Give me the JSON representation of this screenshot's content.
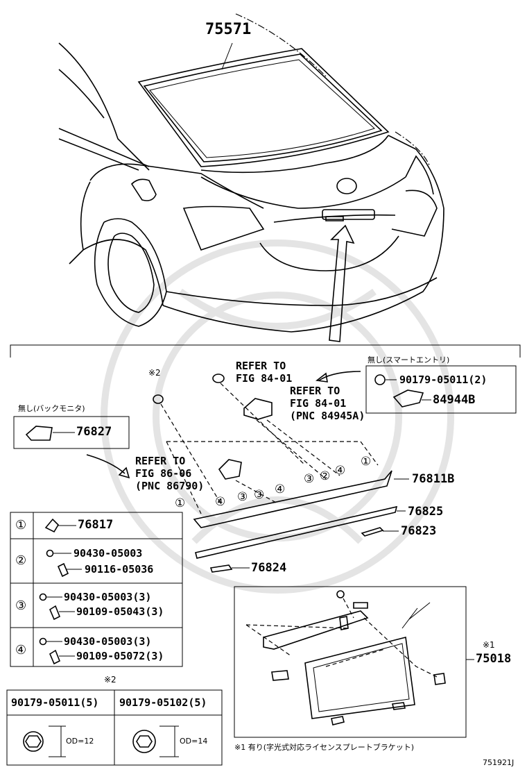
{
  "main_part": "75571",
  "refer": {
    "a": {
      "line1": "REFER TO",
      "line2": "FIG 84-01"
    },
    "b": {
      "line1": "REFER TO",
      "line2": "FIG 84-01",
      "line3": "(PNC 84945A)"
    },
    "c": {
      "line1": "REFER TO",
      "line2": "FIG 86-06",
      "line3": "(PNC 86790)"
    }
  },
  "smart_entry": {
    "label": "無し(スマートエントリ)",
    "parts": [
      "90179-05011(2)",
      "84944B"
    ]
  },
  "back_monitor": {
    "label": "無し(バックモニタ)",
    "part": "76827"
  },
  "note2_marker": "※2",
  "note1_marker": "※1",
  "parts": {
    "p76811b": "76811B",
    "p76825": "76825",
    "p76823": "76823",
    "p76824": "76824",
    "p75018": "75018"
  },
  "circled": [
    "①",
    "②",
    "③",
    "④"
  ],
  "kit_table": [
    {
      "num": "①",
      "parts": [
        "76817"
      ]
    },
    {
      "num": "②",
      "parts": [
        "90430-05003",
        "90116-05036"
      ]
    },
    {
      "num": "③",
      "parts": [
        "90430-05003(3)",
        "90109-05043(3)"
      ]
    },
    {
      "num": "④",
      "parts": [
        "90430-05003(3)",
        "90109-05072(3)"
      ]
    }
  ],
  "nut_table": {
    "marker": "※2",
    "cols": [
      {
        "part": "90179-05011(5)",
        "od": "OD=12"
      },
      {
        "part": "90179-05102(5)",
        "od": "OD=14"
      }
    ]
  },
  "footnote": "※1 有り(字光式対応ライセンスプレートブラケット)",
  "figure_id": "751921J"
}
